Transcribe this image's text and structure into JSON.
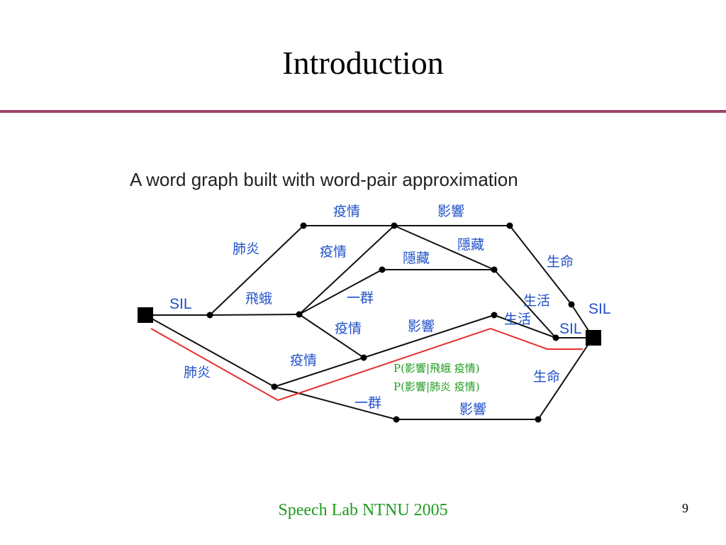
{
  "slide": {
    "title": "Introduction",
    "caption": "A word graph built with word-pair approximation",
    "footer": "Speech Lab NTNU 2005",
    "page_number": "9"
  },
  "colors": {
    "rule": "#a0446a",
    "labels": "#2050c8",
    "highlight_path": "#e53030",
    "probabilities": "#1e9b1e"
  },
  "labels": {
    "sil_start": "SIL",
    "sil_end_upper": "SIL",
    "sil_end_lower": "SIL",
    "w_feiyan_top": "肺炎",
    "w_feie": "飛蛾",
    "w_yiqing_top": "疫情",
    "w_yingxiang_top": "影響",
    "w_yiqing_mid": "疫情",
    "w_yincang_upper": "隱藏",
    "w_yincang_mid": "隱藏",
    "w_yiqun_mid": "一群",
    "w_yiqing_lower": "疫情",
    "w_yingxiang_mid": "影響",
    "w_shengming_upper": "生命",
    "w_shenghuo_upper": "生活",
    "w_shenghuo_lower": "生活",
    "w_feiyan_bottom": "肺炎",
    "w_yiqing_bottom": "疫情",
    "w_yiqun_bottom": "一群",
    "w_yingxiang_bottom": "影響",
    "w_shengming_lower": "生命",
    "prob_1": "P(影響|飛蛾 疫情)",
    "prob_2": "P(影響|肺炎 疫情)"
  }
}
